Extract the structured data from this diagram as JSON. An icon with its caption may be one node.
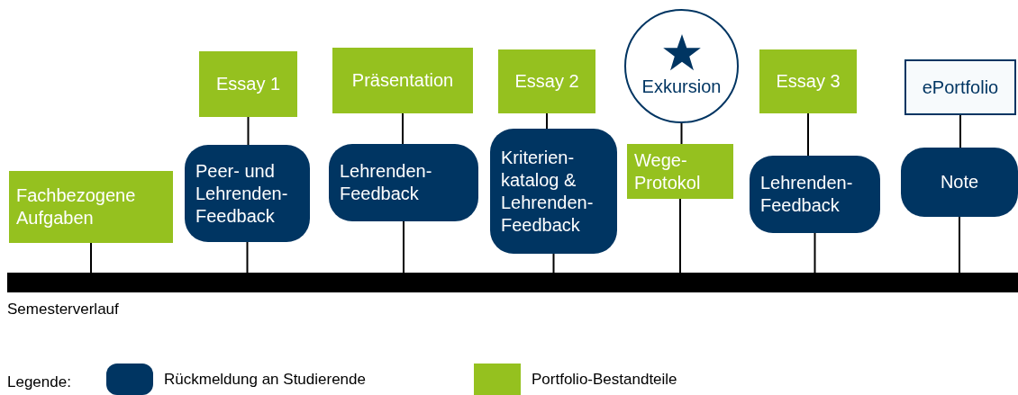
{
  "diagram": {
    "nodes": [
      {
        "text": [
          "Fachbezogene Aufgaben"
        ]
      },
      {
        "text": [
          "Essay 1"
        ]
      },
      {
        "text": [
          "Peer- und Lehrenden-Feedback"
        ]
      },
      {
        "text": [
          "Präsentation"
        ]
      },
      {
        "text": [
          "Lehrenden-Feedback"
        ]
      },
      {
        "text": [
          "Essay 2"
        ]
      },
      {
        "text": [
          "Kriterien-katalog & Lehrenden-Feedback"
        ]
      },
      {
        "text": [
          "Exkursion"
        ]
      },
      {
        "text": [
          "Wege-Protokol"
        ]
      },
      {
        "text": [
          "Essay 3"
        ]
      },
      {
        "text": [
          "Lehrenden-Feedback"
        ]
      },
      {
        "text": [
          "ePortfolio"
        ]
      },
      {
        "text": [
          "Note"
        ]
      },
      {
        "text": [],
        "shape": "bar",
        "beside": [
          "Semesterverlauf"
        ]
      }
    ],
    "edges": [
      {
        "from": 0,
        "to": 13,
        "arrow": "none"
      },
      {
        "from": 1,
        "to": 2,
        "arrow": "none"
      },
      {
        "from": 2,
        "to": 13,
        "arrow": "none"
      },
      {
        "from": 3,
        "to": 4,
        "arrow": "none"
      },
      {
        "from": 4,
        "to": 13,
        "arrow": "none"
      },
      {
        "from": 5,
        "to": 6,
        "arrow": "none"
      },
      {
        "from": 6,
        "to": 13,
        "arrow": "none"
      },
      {
        "from": 7,
        "to": 8,
        "arrow": "none"
      },
      {
        "from": 8,
        "to": 13,
        "arrow": "none"
      },
      {
        "from": 9,
        "to": 10,
        "arrow": "none"
      },
      {
        "from": 10,
        "to": 13,
        "arrow": "none"
      },
      {
        "from": 11,
        "to": 12,
        "arrow": "none"
      },
      {
        "from": 12,
        "to": 13,
        "arrow": "none"
      }
    ],
    "labels": [
      "Legende:"
    ],
    "legend": [
      {
        "text": "Rückmeldung an Studierende",
        "color": "#003562"
      },
      {
        "text": "Portfolio-Bestandteile",
        "color": "#95c11f"
      }
    ]
  }
}
